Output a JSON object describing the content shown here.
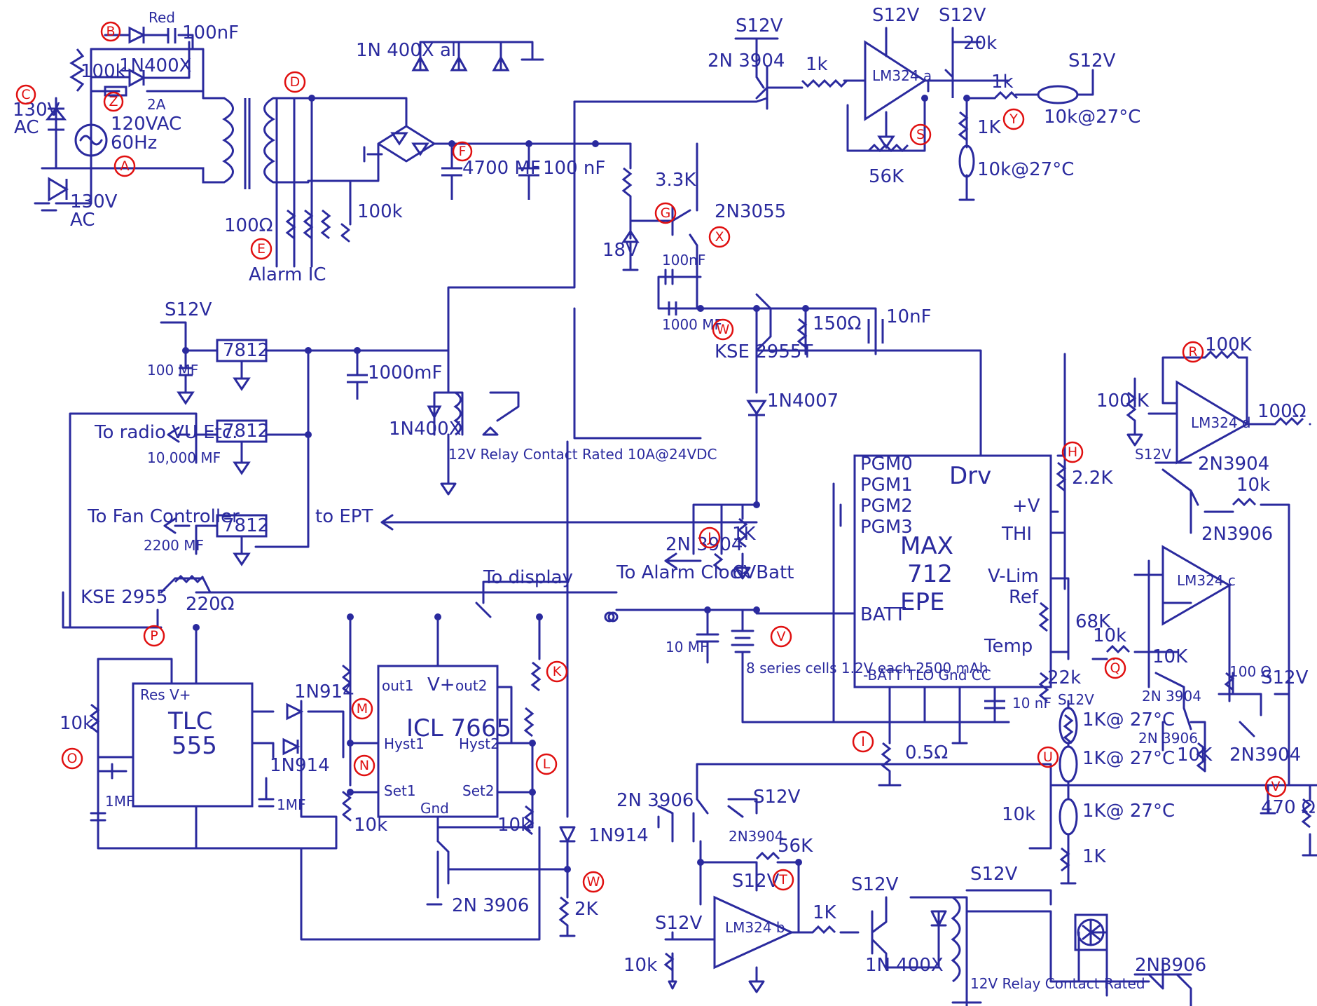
{
  "labels": {
    "top": {
      "rf_100k_main": "100k",
      "v120ac": "120VAC",
      "hz60": "60Hz",
      "fuse_2a": "2A",
      "led_red": "Red",
      "d_1n400x": "1N400X",
      "c_100nf": "100nF",
      "tvs_130v_a": "130V",
      "tvs_130v_b": "130V",
      "ac_a": "AC",
      "ac_b": "AC",
      "r_100ohm": "100Ω",
      "alarm_ic": "Alarm IC",
      "r_100k_ac": "100k",
      "d_1n400x_all": "1N 400X all",
      "bridge_c4700": "4700 MF",
      "c_100nf_b": "100 nF",
      "s12v_q1": "S12V",
      "q_2n3904_top": "2N 3904",
      "r_1k_opamp": "1k",
      "opamp_lm324a": "LM324 a",
      "s12v_opamp_a": "S12V",
      "s12v_pot": "S12V",
      "pot_20k": "20k",
      "r_56k_fb": "56K",
      "r_1k_y": "1k",
      "r_1k_div": "1K",
      "s12v_y": "S12V",
      "therm_a": "10k@27°C",
      "therm_b": "10k@27°C"
    },
    "mid": {
      "r_3k3": "3.3K",
      "zener_18v": "18V",
      "q_2n3055": "2N3055",
      "c_100nf_d": "100nF",
      "c_1000mf": "1000 MF",
      "q_kse2955t": "KSE 2955T",
      "r_150ohm": "150Ω",
      "c_10nf": "10nF",
      "d_1n4007": "1N4007",
      "s12v_reg": "S12V",
      "reg1": "7812",
      "reg2": "7812",
      "reg3": "7812",
      "c_100mf": "100 MF",
      "c_1000mf_reg": "1000mF",
      "to_radio": "To radio VU Etc.",
      "c_10000": "10,000 MF",
      "to_fan": "To Fan Controller",
      "c_2200": "2200 MF",
      "to_ept": "to EPT",
      "relay_diode": "1N400X",
      "relay_text": "12V Relay Contact Rated 10A@24VDC",
      "to_alarm": "To Alarm Clock Batt",
      "q_2n3904_mid": "2N 3904",
      "r_1k_mid": "1K",
      "led_6v": "6V",
      "c_10mf": "10 MF",
      "cells": "8 series cells 1.2V each 2500 mAh",
      "r_05ohm": "0.5Ω"
    },
    "max712": {
      "name1": "MAX",
      "name2": "712",
      "name3": "EPE",
      "drv": "Drv",
      "pgm0": "PGM0",
      "pgm1": "PGM1",
      "pgm2": "PGM2",
      "pgm3": "PGM3",
      "vplus": "+V",
      "thi": "THI",
      "vlim": "V-Lim",
      "ref": "Ref",
      "batt": "BATT",
      "temp": "Temp",
      "bottom_pins": "-BATT TLO Gnd CC",
      "r_22k_h": "2.2K",
      "r_68k": "68K",
      "r_22k": "22k",
      "c_10nf_cc": "10 nF"
    },
    "right": {
      "opamp_d": "LM324 d",
      "opamp_c": "LM324 c",
      "r_100k_r": "100K",
      "pot_100k": "100 K",
      "r_100ohm_out": "100Ω",
      "s12v_d": "S12V",
      "q_2n3904_r": "2N3904",
      "q_2n3906_r": "2N3906",
      "r_10k_r": "10k",
      "r_10k_q": "10k",
      "r_10k_c": "10K",
      "r_100ohm_c": "100 Ω",
      "s12v_u": "S12V",
      "therm_u1": "1K@ 27°C",
      "therm_u2": "1K@ 27°C",
      "therm_u3": "1K@ 27°C",
      "r_1k_u": "1K",
      "q_2n3904_q": "2N 3904",
      "q_2n3906_q": "2N 3906",
      "r_10k_q2": "10K",
      "q_2n3904_v": "2N3904",
      "s12v_v": "S12V",
      "r_470": "470 Ω",
      "r_10k_low": "10k"
    },
    "bottom": {
      "kse2955_p": "KSE 2955",
      "r_220ohm": "220Ω",
      "to_display": "To display",
      "r_10k_o": "10k",
      "timer_a": "TLC",
      "timer_b": "555",
      "timer_pins_top": "Res V+",
      "c_1mf_a": "1MF",
      "c_1mf_b": "1MF",
      "d_1n914_a": "1N914",
      "d_1n914_b": "1N914",
      "icl": "ICL 7665",
      "icl_out1": "out1",
      "icl_vplus": "V+",
      "icl_out2": "out2",
      "icl_hyst1": "Hyst1",
      "icl_hyst2": "Hyst2",
      "icl_set1": "Set1",
      "icl_set2": "Set2",
      "icl_gnd": "Gnd",
      "r_10k_n": "10k",
      "r_10k_l": "10k",
      "q_2n3906_b": "2N 3906",
      "d_1n914_c": "1N914",
      "r_2k": "2K",
      "q_2n3906_t": "2N 3906",
      "q_2n3904_t": "2N3904",
      "s12v_t1": "S12V",
      "r_56k_t": "56K",
      "s12v_t2": "S12V",
      "opamp_b": "LM324 b",
      "s12v_pot_b": "S12V",
      "pot_10k_b": "10k",
      "r_1k_b": "1K",
      "s12v_relay": "S12V",
      "s12v_relay2": "S12V",
      "d_1n400x_b": "1N 400X",
      "relay_b": "12V Relay Contact Rated",
      "q_2n3906_fan": "2N3906"
    }
  },
  "tags": [
    "A",
    "B",
    "C",
    "D",
    "E",
    "F",
    "G",
    "H",
    "I",
    "J",
    "K",
    "L",
    "M",
    "N",
    "O",
    "P",
    "Q",
    "R",
    "S",
    "T",
    "U",
    "V",
    "W",
    "X",
    "Y",
    "Z",
    "V2",
    "W2"
  ],
  "tag_text": {
    "A": "A",
    "B": "B",
    "C": "C",
    "D": "D",
    "E": "E",
    "F": "F",
    "G": "G",
    "H": "H",
    "I": "I",
    "J": "J",
    "K": "K",
    "L": "L",
    "M": "M",
    "N": "N",
    "O": "O",
    "P": "P",
    "Q": "Q",
    "R": "R",
    "S": "S",
    "T": "T",
    "U": "U",
    "V": "V",
    "W": "W",
    "X": "X",
    "Y": "Y",
    "Z": "Z",
    "V2": "V",
    "W2": "W"
  },
  "colors": {
    "ink": "#2a2a9e",
    "tag": "#e01010"
  }
}
